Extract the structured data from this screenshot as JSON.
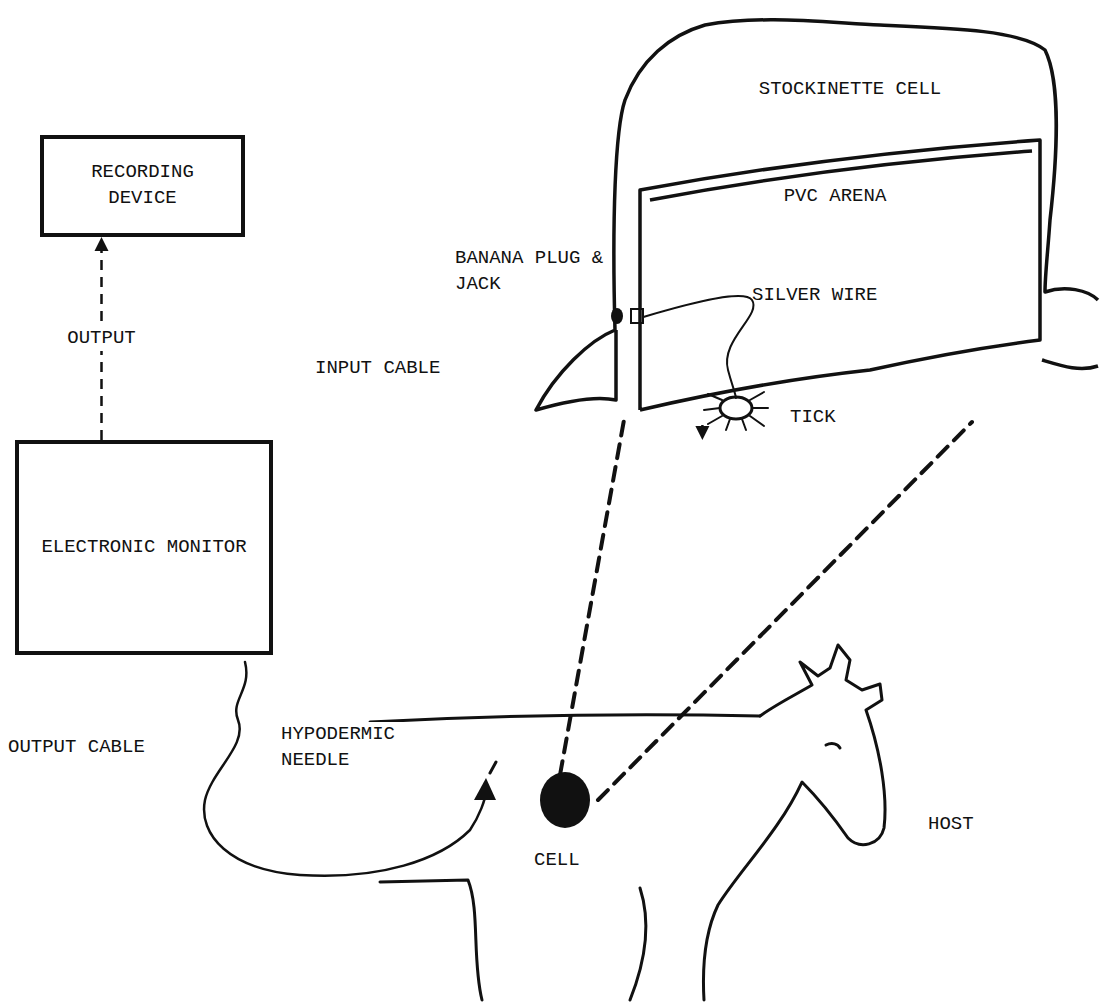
{
  "diagram": {
    "nodes": [
      {
        "text": [
          "RECORDING DEVICE"
        ]
      },
      {
        "text": [
          "ELECTRONIC MONITOR"
        ]
      },
      {
        "text": [
          "STOCKINETTE CELL"
        ]
      },
      {
        "text": [
          "PVC ARENA"
        ],
        "in": 2
      }
    ],
    "edges": [
      {
        "from": 1,
        "to": 0,
        "arrow": "to",
        "label": "OUTPUT"
      },
      {
        "from": 3,
        "to": 1,
        "arrow": "to"
      }
    ],
    "labels": [
      "BANANA PLUG & JACK",
      "SILVER WIRE",
      "INPUT CABLE",
      "TICK",
      "OUTPUT CABLE",
      "HYPODERMIC NEEDLE",
      "CELL",
      "HOST"
    ]
  }
}
